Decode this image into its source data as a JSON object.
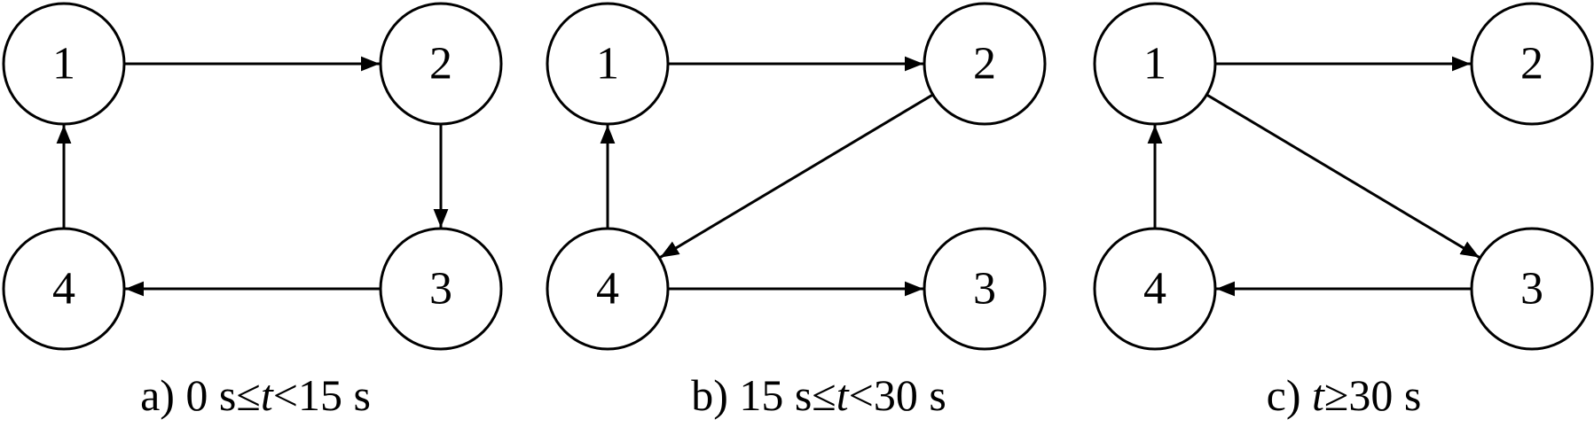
{
  "colors": {
    "stroke": "#000000",
    "background": "#ffffff"
  },
  "panels": [
    {
      "id": "a",
      "caption": {
        "prefix": "a) 0 s≤",
        "var": "t",
        "suffix": "<15 s"
      },
      "nodes": [
        {
          "id": "1",
          "label": "1"
        },
        {
          "id": "2",
          "label": "2"
        },
        {
          "id": "3",
          "label": "3"
        },
        {
          "id": "4",
          "label": "4"
        }
      ],
      "edges": [
        {
          "from": "1",
          "to": "2"
        },
        {
          "from": "2",
          "to": "3"
        },
        {
          "from": "3",
          "to": "4"
        },
        {
          "from": "4",
          "to": "1"
        }
      ]
    },
    {
      "id": "b",
      "caption": {
        "prefix": "b) 15 s≤",
        "var": "t",
        "suffix": "<30 s"
      },
      "nodes": [
        {
          "id": "1",
          "label": "1"
        },
        {
          "id": "2",
          "label": "2"
        },
        {
          "id": "3",
          "label": "3"
        },
        {
          "id": "4",
          "label": "4"
        }
      ],
      "edges": [
        {
          "from": "1",
          "to": "2"
        },
        {
          "from": "2",
          "to": "4"
        },
        {
          "from": "4",
          "to": "3"
        },
        {
          "from": "4",
          "to": "1"
        }
      ]
    },
    {
      "id": "c",
      "caption": {
        "prefix": "c) ",
        "var": "t",
        "suffix": "≥30 s"
      },
      "nodes": [
        {
          "id": "1",
          "label": "1"
        },
        {
          "id": "2",
          "label": "2"
        },
        {
          "id": "3",
          "label": "3"
        },
        {
          "id": "4",
          "label": "4"
        }
      ],
      "edges": [
        {
          "from": "1",
          "to": "2"
        },
        {
          "from": "1",
          "to": "3"
        },
        {
          "from": "3",
          "to": "4"
        },
        {
          "from": "4",
          "to": "1"
        }
      ]
    }
  ]
}
